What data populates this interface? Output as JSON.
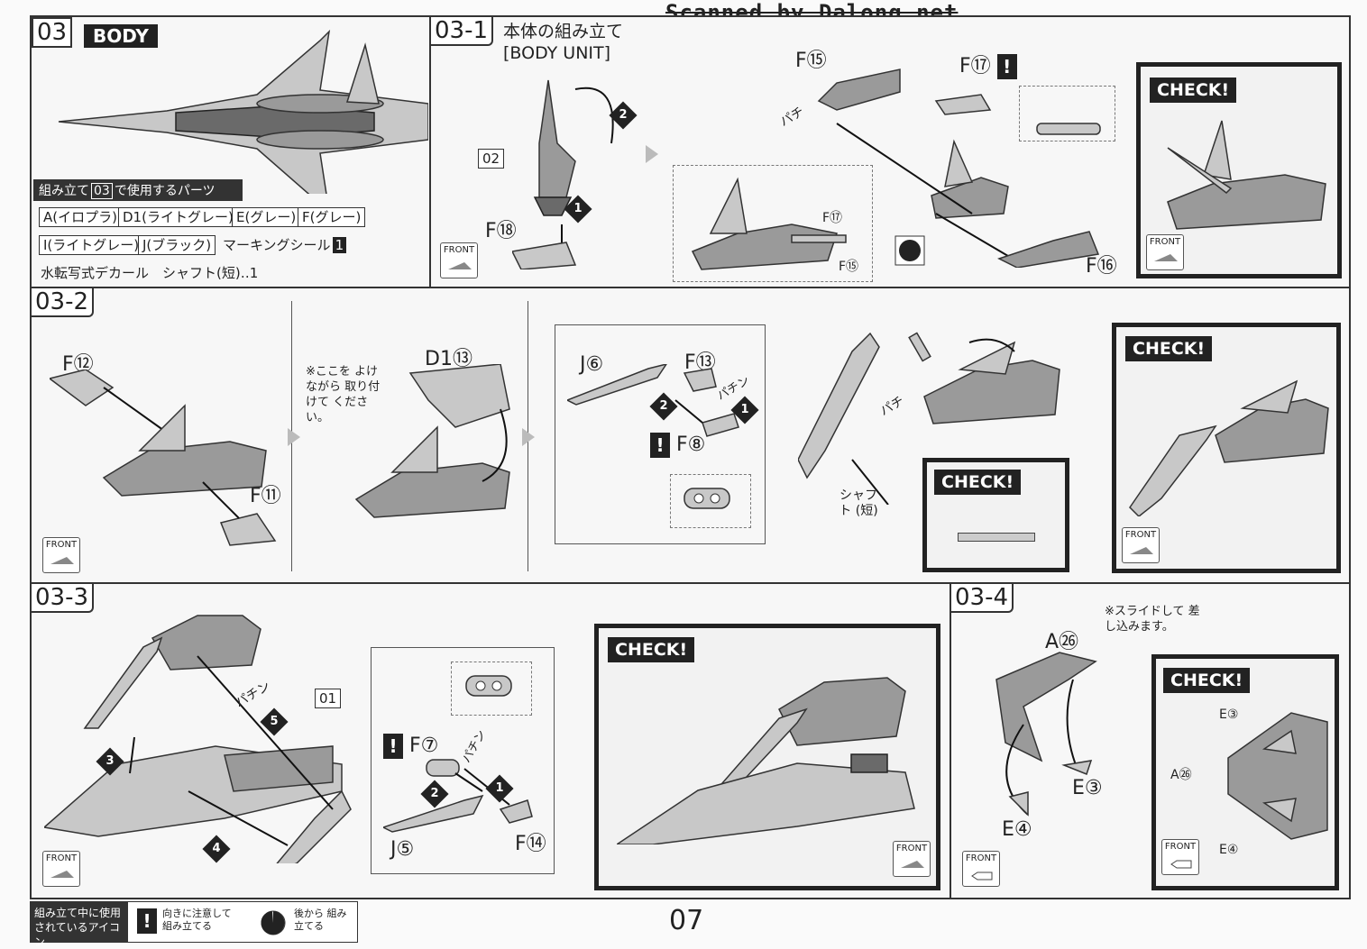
{
  "header": {
    "scanned_by": "Scanned by Dalong.net"
  },
  "page_number": "07",
  "section": {
    "number": "03",
    "title": "BODY"
  },
  "parts_list": {
    "title_prefix": "組み立て",
    "title_num": "03",
    "title_suffix": "で使用するパーツ",
    "runners": [
      "A(イロプラ)",
      "D1(ライトグレー)",
      "E(グレー)",
      "F(グレー)",
      "I(ライトグレー)",
      "J(ブラック)"
    ],
    "marking_seal": "マーキングシール",
    "marking_seal_num": "1",
    "extra": "水転写式デカール　シャフト(短)‥1"
  },
  "steps": {
    "s1": {
      "num": "03-1",
      "title": "本体の組み立て",
      "subtitle": "[BODY UNIT]",
      "callout_02": "02",
      "parts": {
        "f18": "F⑱",
        "f15": "F⑮",
        "f17": "F⑰",
        "f16": "F⑯",
        "f17b": "F⑰",
        "f15b": "F⑮"
      },
      "pachi": "パチ",
      "check": "CHECK!"
    },
    "s2": {
      "num": "03-2",
      "parts": {
        "f12": "F⑫",
        "f11": "F⑪",
        "d13": "D1⑬",
        "j6": "J⑥",
        "f13": "F⑬",
        "f8": "F⑧"
      },
      "note": "※ここを よけながら 取り付けて ください。",
      "shaft": "シャフト (短)",
      "check1": "CHECK!",
      "check2": "CHECK!",
      "pachi": "パチ",
      "pachin": "パチン"
    },
    "s3": {
      "num": "03-3",
      "callout_01": "01",
      "parts": {
        "f7": "F⑦",
        "j5": "J⑤",
        "f14": "F⑭"
      },
      "pachin": "パチン",
      "check": "CHECK!"
    },
    "s4": {
      "num": "03-4",
      "note": "※スライドして 差し込みます。",
      "parts": {
        "a26": "A㉖",
        "e3": "E③",
        "e4": "E④"
      },
      "check": "CHECK!",
      "check_labels": {
        "e3": "E③",
        "a26": "A㉖",
        "e4": "E④"
      }
    }
  },
  "front_label": "FRONT",
  "legend": {
    "title": "組み立て中に使用 されているアイコン",
    "item1": "向きに注意して 組み立てる",
    "item2": "後から 組み立てる"
  }
}
